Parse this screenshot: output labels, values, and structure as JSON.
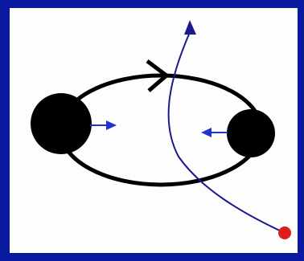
{
  "colors": {
    "frame": "#0a1aa0",
    "background": "#fdfdfd",
    "orbit": "#000000",
    "body": "#000000",
    "force_arrow": "#2233cc",
    "path": "#1a1a8c",
    "point": "#e01c1c"
  },
  "icons": {
    "left_body": "filled-circle",
    "right_body": "filled-circle",
    "orbit_direction": "chevron-right",
    "path_end": "arrowhead-up",
    "path_start": "red-dot"
  }
}
